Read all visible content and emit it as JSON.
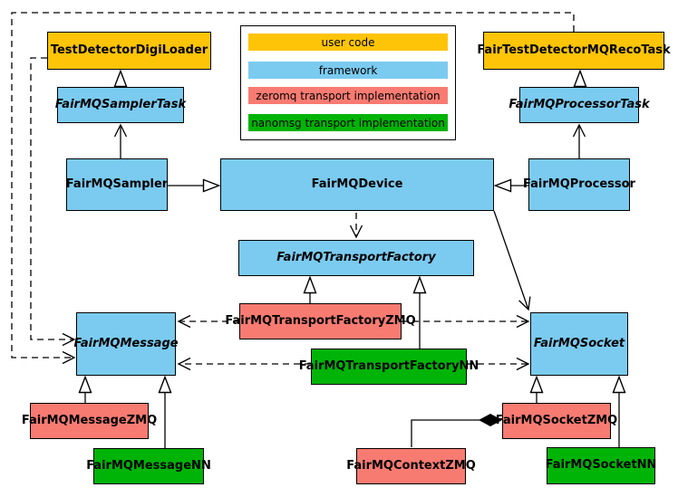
{
  "legend": {
    "items": [
      {
        "label": "user code",
        "color": "#fdc408"
      },
      {
        "label": "framework",
        "color": "#7bcbf0"
      },
      {
        "label": "zeromq transport implementation",
        "color": "#f87b72"
      },
      {
        "label": "nanomsg transport implementation",
        "color": "#00b307"
      }
    ]
  },
  "nodes": {
    "testDetectorDigiLoader": {
      "label": "TestDetectorDigiLoader",
      "category": "user code",
      "abstract": false
    },
    "fairTestDetectorMQRecoTask": {
      "label": "FairTestDetectorMQRecoTask",
      "category": "user code",
      "abstract": false
    },
    "fairMQSamplerTask": {
      "label": "FairMQSamplerTask",
      "category": "framework",
      "abstract": true
    },
    "fairMQProcessorTask": {
      "label": "FairMQProcessorTask",
      "category": "framework",
      "abstract": true
    },
    "fairMQSampler": {
      "label": "FairMQSampler",
      "category": "framework",
      "abstract": false
    },
    "fairMQDevice": {
      "label": "FairMQDevice",
      "category": "framework",
      "abstract": false
    },
    "fairMQProcessor": {
      "label": "FairMQProcessor",
      "category": "framework",
      "abstract": false
    },
    "fairMQTransportFactory": {
      "label": "FairMQTransportFactory",
      "category": "framework",
      "abstract": true
    },
    "fairMQTransportFactoryZMQ": {
      "label": "FairMQTransportFactoryZMQ",
      "category": "zeromq transport implementation",
      "abstract": false
    },
    "fairMQTransportFactoryNN": {
      "label": "FairMQTransportFactoryNN",
      "category": "nanomsg transport implementation",
      "abstract": false
    },
    "fairMQMessage": {
      "label": "FairMQMessage",
      "category": "framework",
      "abstract": true
    },
    "fairMQSocket": {
      "label": "FairMQSocket",
      "category": "framework",
      "abstract": true
    },
    "fairMQMessageZMQ": {
      "label": "FairMQMessageZMQ",
      "category": "zeromq transport implementation",
      "abstract": false
    },
    "fairMQMessageNN": {
      "label": "FairMQMessageNN",
      "category": "nanomsg transport implementation",
      "abstract": false
    },
    "fairMQSocketZMQ": {
      "label": "FairMQSocketZMQ",
      "category": "zeromq transport implementation",
      "abstract": false
    },
    "fairMQContextZMQ": {
      "label": "FairMQContextZMQ",
      "category": "zeromq transport implementation",
      "abstract": false
    },
    "fairMQSocketNN": {
      "label": "FairMQSocketNN",
      "category": "nanomsg transport implementation",
      "abstract": false
    }
  },
  "edges": [
    {
      "from": "fairMQSamplerTask",
      "to": "testDetectorDigiLoader",
      "type": "inheritance-hollow-triangle"
    },
    {
      "from": "fairMQProcessorTask",
      "to": "fairTestDetectorMQRecoTask",
      "type": "inheritance-hollow-triangle"
    },
    {
      "from": "fairMQSampler",
      "to": "fairMQSamplerTask",
      "type": "association-open-arrow"
    },
    {
      "from": "fairMQProcessor",
      "to": "fairMQProcessorTask",
      "type": "association-open-arrow"
    },
    {
      "from": "fairMQSampler",
      "to": "fairMQDevice",
      "type": "inheritance-hollow-triangle"
    },
    {
      "from": "fairMQProcessor",
      "to": "fairMQDevice",
      "type": "inheritance-hollow-triangle"
    },
    {
      "from": "fairMQDevice",
      "to": "fairMQTransportFactory",
      "type": "dependency-dashed-open-arrow"
    },
    {
      "from": "fairMQDevice",
      "to": "fairMQSocket",
      "type": "association-open-arrow"
    },
    {
      "from": "fairMQTransportFactoryZMQ",
      "to": "fairMQTransportFactory",
      "type": "inheritance-hollow-triangle"
    },
    {
      "from": "fairMQTransportFactoryNN",
      "to": "fairMQTransportFactory",
      "type": "inheritance-hollow-triangle"
    },
    {
      "from": "fairMQTransportFactoryZMQ",
      "to": "fairMQMessage",
      "type": "dependency-dashed-open-arrow"
    },
    {
      "from": "fairMQTransportFactoryZMQ",
      "to": "fairMQSocket",
      "type": "dependency-dashed-open-arrow"
    },
    {
      "from": "fairMQTransportFactoryNN",
      "to": "fairMQMessage",
      "type": "dependency-dashed-open-arrow"
    },
    {
      "from": "fairMQTransportFactoryNN",
      "to": "fairMQSocket",
      "type": "dependency-dashed-open-arrow"
    },
    {
      "from": "testDetectorDigiLoader",
      "to": "fairMQMessage",
      "type": "dependency-dashed-open-arrow"
    },
    {
      "from": "fairTestDetectorMQRecoTask",
      "to": "fairMQMessage",
      "type": "dependency-dashed-open-arrow"
    },
    {
      "from": "fairMQMessageZMQ",
      "to": "fairMQMessage",
      "type": "inheritance-hollow-triangle"
    },
    {
      "from": "fairMQMessageNN",
      "to": "fairMQMessage",
      "type": "inheritance-hollow-triangle"
    },
    {
      "from": "fairMQSocketZMQ",
      "to": "fairMQSocket",
      "type": "inheritance-hollow-triangle"
    },
    {
      "from": "fairMQSocketNN",
      "to": "fairMQSocket",
      "type": "inheritance-hollow-triangle"
    },
    {
      "from": "fairMQContextZMQ",
      "to": "fairMQSocketZMQ",
      "type": "composition-filled-diamond"
    }
  ]
}
